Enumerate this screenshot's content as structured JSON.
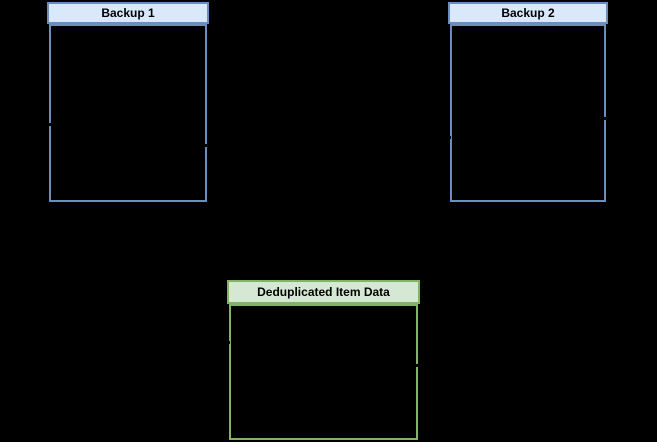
{
  "diagram": {
    "background": "#000000",
    "connector_color": "#000000",
    "boxes": [
      {
        "title": "Backup 1",
        "header_fill": "#DAE8FC",
        "border_color": "#6C8EBF"
      },
      {
        "title": "Backup 2",
        "header_fill": "#DAE8FC",
        "border_color": "#6C8EBF"
      },
      {
        "title": "Deduplicated Item Data",
        "header_fill": "#D5E8D4",
        "border_color": "#82B366"
      }
    ]
  }
}
